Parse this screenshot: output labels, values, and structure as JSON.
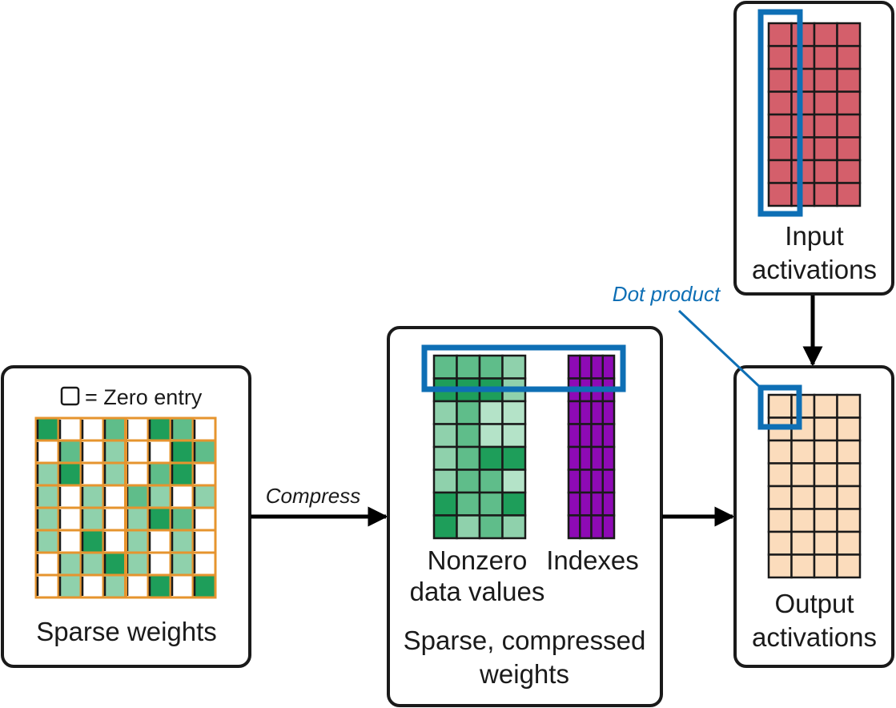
{
  "labels": {
    "zero_entry": "= Zero entry",
    "sparse_weights": "Sparse weights",
    "compress": "Compress",
    "nonzero_line1": "Nonzero",
    "nonzero_line2": "data values",
    "indexes": "Indexes",
    "compressed_line1": "Sparse, compressed",
    "compressed_line2": "weights",
    "input_line1": "Input",
    "input_line2": "activations",
    "dot_product": "Dot product",
    "output_line1": "Output",
    "output_line2": "activations"
  },
  "colors": {
    "dark_green": "#1e9e5a",
    "mid_green": "#5fbd8a",
    "light_green": "#8fd1ac",
    "pale_green": "#b4e3c8",
    "grid_orange": "#e6942e",
    "purple": "#8e0ab5",
    "red": "#d45f6b",
    "peach": "#fbdcbc",
    "highlight_blue": "#0e6fb5",
    "text_blue": "#0e6fb5",
    "border": "#1a1a1a"
  },
  "sparse_matrix": {
    "rows": 8,
    "cols": 8,
    "cells": [
      [
        3,
        0,
        0,
        2,
        0,
        3,
        2,
        0
      ],
      [
        0,
        2,
        0,
        1,
        0,
        0,
        3,
        2
      ],
      [
        1,
        3,
        0,
        1,
        0,
        2,
        3,
        0
      ],
      [
        1,
        0,
        1,
        0,
        2,
        1,
        0,
        1
      ],
      [
        1,
        0,
        1,
        0,
        1,
        3,
        2,
        0
      ],
      [
        1,
        0,
        3,
        0,
        1,
        0,
        1,
        0
      ],
      [
        0,
        1,
        1,
        3,
        1,
        0,
        1,
        0
      ],
      [
        0,
        1,
        0,
        1,
        0,
        3,
        0,
        3
      ]
    ]
  },
  "compressed_matrix": {
    "rows": 8,
    "cols": 4,
    "cells": [
      [
        3,
        3,
        3,
        2
      ],
      [
        4,
        4,
        4,
        2
      ],
      [
        2,
        3,
        1,
        1
      ],
      [
        2,
        3,
        1,
        1
      ],
      [
        2,
        3,
        4,
        4
      ],
      [
        2,
        3,
        3,
        1
      ],
      [
        4,
        3,
        3,
        4
      ],
      [
        4,
        2,
        3,
        2
      ]
    ]
  },
  "index_matrix": {
    "rows": 8,
    "cols": 4
  },
  "input_matrix": {
    "rows": 8,
    "cols": 4
  },
  "output_matrix": {
    "rows": 8,
    "cols": 4
  }
}
